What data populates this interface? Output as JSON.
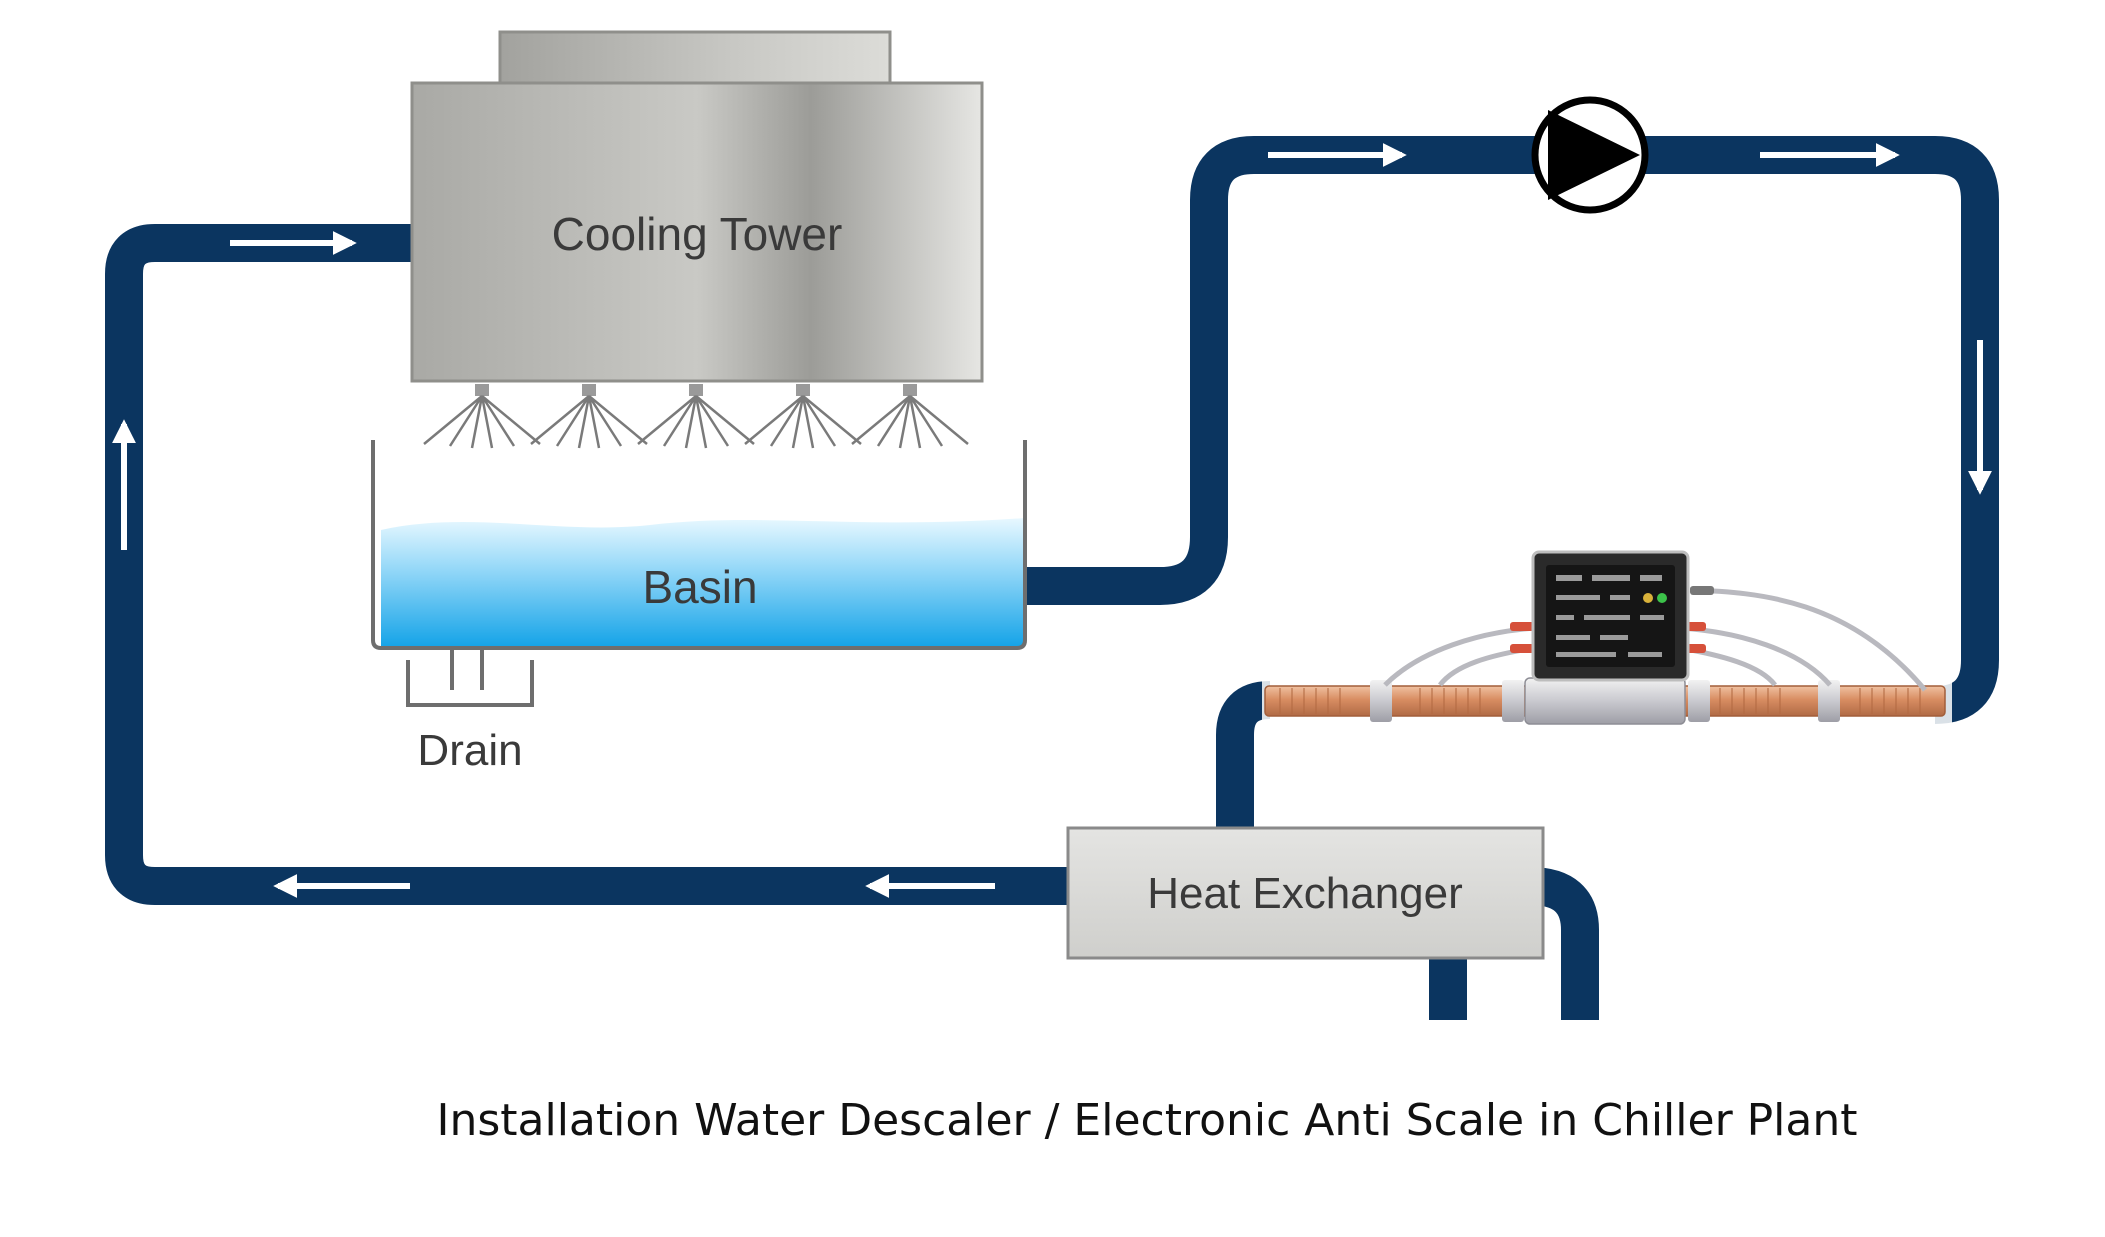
{
  "diagram": {
    "components": {
      "cooling_tower": "Cooling Tower",
      "basin": "Basin",
      "drain": "Drain",
      "heat_exchanger": "Heat Exchanger"
    },
    "caption": "Installation Water Descaler / Electronic Anti Scale in Chiller Plant",
    "icons": [
      "pump-icon",
      "flow-arrow-icon",
      "descaler-device-icon",
      "spray-nozzle-icon"
    ],
    "colors": {
      "pipe": "#0b3560",
      "water_top": "#cfeeff",
      "water_bottom": "#1aa6e8",
      "tower_face": "#b8b8b4",
      "copper": "#c9825a"
    }
  }
}
